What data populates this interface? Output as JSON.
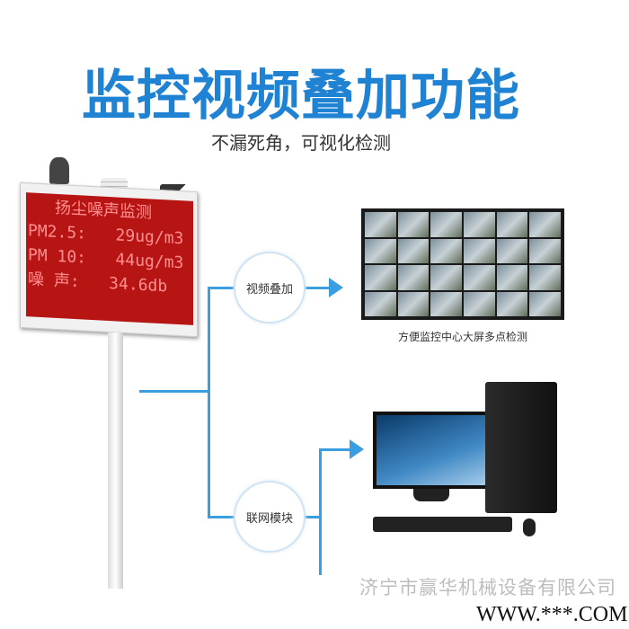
{
  "title": "监控视频叠加功能",
  "subtitle": "不漏死角，可视化检测",
  "led_sign": {
    "heading": "扬尘噪声监测",
    "rows": [
      "PM2.5:   29ug/m3",
      "PM 10:   44ug/m3",
      "噪 声:   34.6db"
    ]
  },
  "branches": [
    {
      "label": "视频叠加"
    },
    {
      "label": "联网模块"
    }
  ],
  "video_wall_caption": "方便监控中心大屏多点检测",
  "footer": {
    "company": "济宁市赢华机械设备有限公司",
    "url": "WWW.***.COM"
  },
  "colors": {
    "accent": "#1f82d2",
    "led": "#b71414"
  }
}
